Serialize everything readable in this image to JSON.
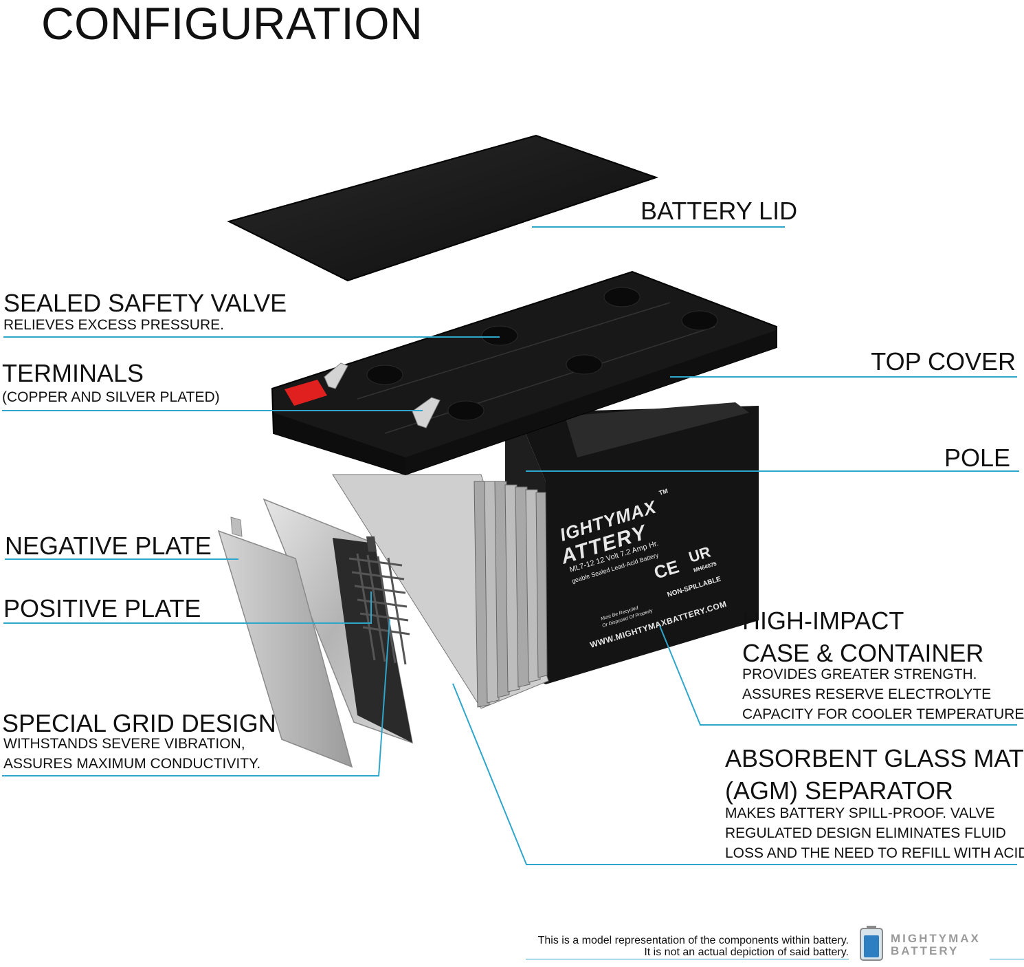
{
  "title": "CONFIGURATION",
  "labels": {
    "battery_lid": "BATTERY LID",
    "sealed_valve": {
      "title": "SEALED SAFETY VALVE",
      "desc": "RELIEVES EXCESS PRESSURE."
    },
    "terminals": {
      "title": "TERMINALS",
      "desc": "(COPPER AND SILVER PLATED)"
    },
    "top_cover": "TOP COVER",
    "pole": "POLE",
    "negative_plate": "NEGATIVE PLATE",
    "positive_plate": "POSITIVE PLATE",
    "grid": {
      "title": "SPECIAL GRID DESIGN",
      "desc1": "WITHSTANDS SEVERE VIBRATION,",
      "desc2": "ASSURES MAXIMUM CONDUCTIVITY."
    },
    "case": {
      "title1": "HIGH-IMPACT",
      "title2": "CASE & CONTAINER",
      "desc1": "PROVIDES GREATER STRENGTH.",
      "desc2": "ASSURES RESERVE ELECTROLYTE",
      "desc3": "CAPACITY FOR COOLER TEMPERATURES."
    },
    "agm": {
      "title1": "ABSORBENT GLASS MAT",
      "title2": "(AGM) SEPARATOR",
      "desc1": "MAKES BATTERY SPILL-PROOF. VALVE",
      "desc2": "REGULATED DESIGN ELIMINATES FLUID",
      "desc3": "LOSS AND THE NEED TO REFILL WITH ACID."
    }
  },
  "battery_print": {
    "brand1": "IGHTYMAX",
    "tm": "TM",
    "brand2": "ATTERY",
    "model": "ML7-12  12 Volt 7.2 Amp Hr.",
    "type": "geable Sealed Lead-Acid Battery",
    "ce": "CE",
    "ul": "UR",
    "cert": "MH64075",
    "nonspill": "NON-SPILLABLE",
    "site": "WWW.MIGHTYMAXBATTERY.COM",
    "recycle1": "Must Be Recycled",
    "recycle2": "Or Disposed Of Properly"
  },
  "footer": {
    "line1": "This is a model representation of the components within battery.",
    "line2": "It is not an actual depiction of said battery."
  },
  "logo": {
    "line1": "MIGHTYMAX",
    "line2": "BATTERY"
  },
  "colors": {
    "accent": "#2ea6cc",
    "battery": "#141414",
    "terminal_red": "#e0201e",
    "plate": "#b9b9b9"
  }
}
